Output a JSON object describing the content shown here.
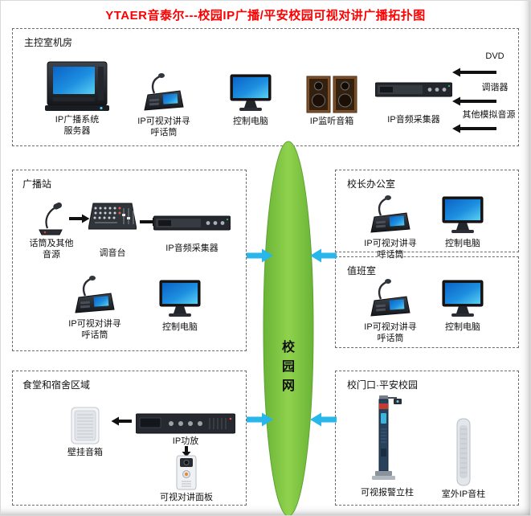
{
  "title": "YTAER音泰尔---校园IP广播/平安校园可视对讲广播拓扑图",
  "network": {
    "name": "校园网",
    "chars": [
      "校",
      "园",
      "网"
    ]
  },
  "colors": {
    "title_red": "#ff0000",
    "network_green": "#7cc242",
    "link_arrow_cyan": "#29b6ea"
  },
  "sections": {
    "control_room": {
      "label": "主控室机房",
      "devices": [
        {
          "label": "IP广播系统\n服务器"
        },
        {
          "label": "IP可视对讲寻\n呼话筒"
        },
        {
          "label": "控制电脑"
        },
        {
          "label": "IP监听音箱"
        },
        {
          "label": "IP音频采集器"
        }
      ],
      "analog_sources": [
        {
          "label": "DVD"
        },
        {
          "label": "调谐器"
        },
        {
          "label": "其他模拟音源"
        }
      ]
    },
    "broadcast_station": {
      "label": "广播站",
      "devices": [
        {
          "label": "话筒及其他\n音源"
        },
        {
          "label": "调音台"
        },
        {
          "label": "IP音频采集器"
        },
        {
          "label": "IP可视对讲寻\n呼话筒"
        },
        {
          "label": "控制电脑"
        }
      ]
    },
    "principal_office": {
      "label": "校长办公室",
      "devices": [
        {
          "label": "IP可视对讲寻\n呼话筒"
        },
        {
          "label": "控制电脑"
        }
      ]
    },
    "duty_room": {
      "label": "值班室",
      "devices": [
        {
          "label": "IP可视对讲寻\n呼话筒"
        },
        {
          "label": "控制电脑"
        }
      ]
    },
    "cafeteria_dormitory": {
      "label": "食堂和宿舍区域",
      "devices": [
        {
          "label": "壁挂音箱"
        },
        {
          "label": "IP功放"
        },
        {
          "label": "可视对讲面板"
        }
      ]
    },
    "school_gate": {
      "label": "校门口·平安校园",
      "devices": [
        {
          "label": "可视报警立柱"
        },
        {
          "label": "室外IP音柱"
        }
      ]
    }
  },
  "links": [
    {
      "from": "广播站",
      "to": "校园网"
    },
    {
      "from": "校长办公室/值班室",
      "to": "校园网"
    },
    {
      "from": "食堂和宿舍区域",
      "to": "校园网"
    },
    {
      "from": "校门口·平安校园",
      "to": "校园网"
    }
  ]
}
